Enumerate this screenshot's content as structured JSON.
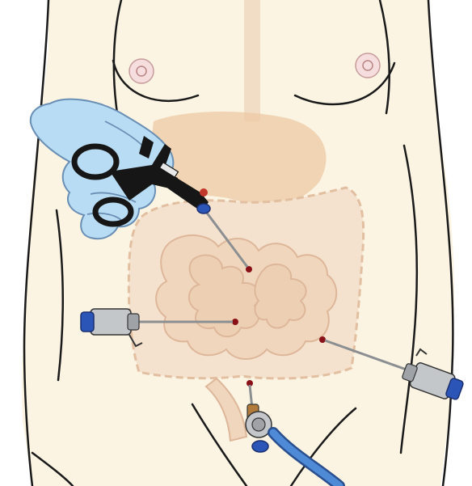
{
  "illustration": {
    "subject": "laparoscopic-surgery-port-placement",
    "colors": {
      "background": "#ffffff",
      "skin": "#fbf4e3",
      "outline": "#1a1a1a",
      "organs": "#f1d9c0",
      "organ_outline": "#e2bfa0",
      "stomach": "#ecc9a4",
      "glove": "#b8dcf3",
      "instrument_black": "#161616",
      "trocar_steel": "#b9bcbf",
      "trocar_cap": "#2c55b8",
      "incision": "#8a1018",
      "tube": "#3f79c9"
    },
    "ports": [
      "umbilical-port",
      "left-lateral-port",
      "right-lateral-port",
      "suprapubic-port"
    ],
    "icons": [
      "nipple-left-icon",
      "nipple-right-icon",
      "gloved-hand-icon",
      "laparoscope-icon",
      "insufflation-tube-icon"
    ]
  }
}
